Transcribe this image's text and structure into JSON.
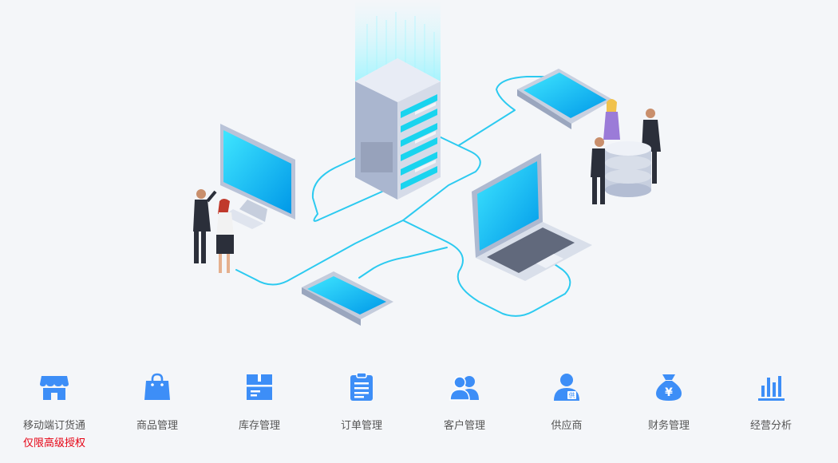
{
  "modules": [
    {
      "label": "移动端订货通",
      "note": "仅限高级授权",
      "icon": "shop-icon"
    },
    {
      "label": "商品管理",
      "icon": "shopping-bag-icon"
    },
    {
      "label": "库存管理",
      "icon": "box-icon"
    },
    {
      "label": "订单管理",
      "icon": "clipboard-icon"
    },
    {
      "label": "客户管理",
      "icon": "users-icon"
    },
    {
      "label": "供应商",
      "icon": "supplier-icon"
    },
    {
      "label": "财务管理",
      "icon": "money-bag-icon"
    },
    {
      "label": "经营分析",
      "icon": "bar-chart-icon"
    }
  ],
  "colors": {
    "icon": "#3d8ef7",
    "accent": "#00c8f0",
    "label": "#555555",
    "note": "#e60012",
    "background": "#f4f6f9"
  }
}
